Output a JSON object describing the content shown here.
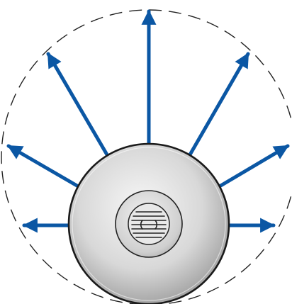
{
  "diagram": {
    "colors": {
      "background": "#ffffff",
      "arrow": "#0b57a4",
      "boundary": "#222222",
      "body_outline": "#1a1a1a",
      "body_fill_light": "#f2f2f2",
      "body_fill_dark": "#8f8f8f",
      "grille_fill": "#e6e6e6",
      "grille_line": "#222222"
    },
    "boundary_icon": "dashed-circle",
    "source_icon": "round-speaker-capsule",
    "arrow_count": 7
  }
}
